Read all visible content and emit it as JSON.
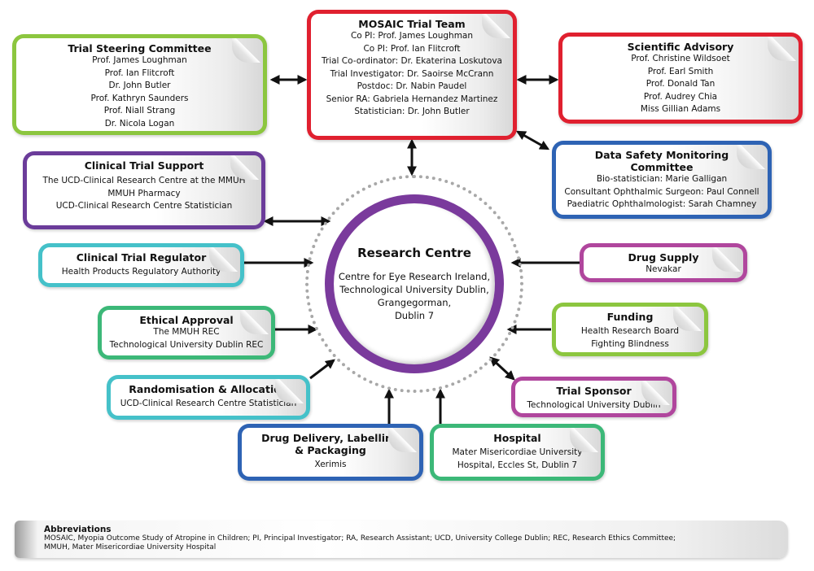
{
  "diagram": {
    "centre": {
      "title": "Research Centre",
      "lines": [
        "Centre for Eye Research Ireland,",
        "Technological University Dublin,",
        "Grangegorman,",
        "Dublin 7"
      ],
      "ring_color": "#7a3a9c"
    },
    "boxes": {
      "mosaic_team": {
        "title": "MOSAIC Trial Team",
        "color": "#e0202f",
        "lines": [
          "Co PI: Prof. James Loughman",
          "Co PI: Prof. Ian Flitcroft",
          "Trial Co-ordinator: Dr. Ekaterina Loskutova",
          "Trial Investigator: Dr. Saoirse McCrann",
          "Postdoc: Dr. Nabin Paudel",
          "Senior RA: Gabriela Hernandez Martinez",
          "Statistician: Dr. John Butler"
        ]
      },
      "steering": {
        "title": "Trial Steering Committee",
        "color": "#8cc63f",
        "lines": [
          "Prof. James Loughman",
          "Prof. Ian Flitcroft",
          "Dr. John Butler",
          "Prof. Kathryn Saunders",
          "Prof. Niall Strang",
          "Dr. Nicola Logan"
        ]
      },
      "scientific": {
        "title": "Scientific Advisory",
        "color": "#e0202f",
        "lines": [
          "Prof. Christine Wildsoet",
          "Prof. Earl Smith",
          "Prof. Donald Tan",
          "Prof. Audrey Chia",
          "Miss Gillian Adams"
        ]
      },
      "dsmc": {
        "title_lines": [
          "Data Safety Monitoring",
          "Committee"
        ],
        "color": "#2e63b4",
        "lines": [
          "Bio-statistician: Marie Galligan",
          "Consultant Ophthalmic Surgeon: Paul Connell",
          "Paediatric Ophthalmologist: Sarah Chamney"
        ]
      },
      "clinical_support": {
        "title": "Clinical Trial Support",
        "color": "#6b3c9a",
        "lines": [
          "The UCD-Clinical Research Centre at the MMUH",
          "MMUH Pharmacy",
          "UCD-Clinical Research Centre Statistician"
        ]
      },
      "regulator": {
        "title": "Clinical Trial Regulator",
        "color": "#45c1c9",
        "lines": [
          "Health Products Regulatory Authority"
        ]
      },
      "ethical": {
        "title": "Ethical Approval",
        "color": "#3cb878",
        "lines": [
          "The MMUH REC",
          "Technological University Dublin REC"
        ]
      },
      "randomisation": {
        "title": "Randomisation & Allocation",
        "color": "#45c1c9",
        "lines": [
          "UCD-Clinical Research Centre Statistician"
        ]
      },
      "drug_delivery": {
        "title_lines": [
          "Drug Delivery, Labelling",
          "& Packaging"
        ],
        "color": "#2e63b4",
        "lines": [
          "Xerimis"
        ]
      },
      "hospital": {
        "title": "Hospital",
        "color": "#3cb878",
        "lines": [
          "Mater Misericordiae University",
          "Hospital, Eccles St, Dublin 7"
        ]
      },
      "drug_supply": {
        "title": "Drug Supply",
        "color": "#b0469d",
        "lines": [
          "Nevakar"
        ]
      },
      "funding": {
        "title": "Funding",
        "color": "#8cc63f",
        "lines": [
          "Health Research Board",
          "Fighting Blindness"
        ]
      },
      "sponsor": {
        "title": "Trial Sponsor",
        "color": "#b0469d",
        "lines": [
          "Technological University Dublin"
        ]
      }
    },
    "connections": [
      {
        "from": "steering",
        "to": "mosaic_team",
        "direction": "both"
      },
      {
        "from": "mosaic_team",
        "to": "scientific",
        "direction": "both"
      },
      {
        "from": "mosaic_team",
        "to": "dsmc",
        "direction": "both"
      },
      {
        "from": "mosaic_team",
        "to": "centre",
        "direction": "both"
      },
      {
        "from": "clinical_support",
        "to": "centre",
        "direction": "both"
      },
      {
        "from": "regulator",
        "to": "centre",
        "direction": "to"
      },
      {
        "from": "ethical",
        "to": "centre",
        "direction": "to"
      },
      {
        "from": "randomisation",
        "to": "centre",
        "direction": "to"
      },
      {
        "from": "drug_delivery",
        "to": "centre",
        "direction": "to"
      },
      {
        "from": "hospital",
        "to": "centre",
        "direction": "to"
      },
      {
        "from": "drug_supply",
        "to": "centre",
        "direction": "to"
      },
      {
        "from": "funding",
        "to": "centre",
        "direction": "to"
      },
      {
        "from": "sponsor",
        "to": "centre",
        "direction": "both"
      }
    ]
  },
  "abbreviations": {
    "title": "Abbreviations",
    "lines": [
      "MOSAIC, Myopia Outcome Study of Atropine in Children; PI, Principal Investigator; RA, Research Assistant; UCD, University College Dublin; REC, Research Ethics Committee;",
      "MMUH, Mater Misericordiae University Hospital"
    ]
  }
}
